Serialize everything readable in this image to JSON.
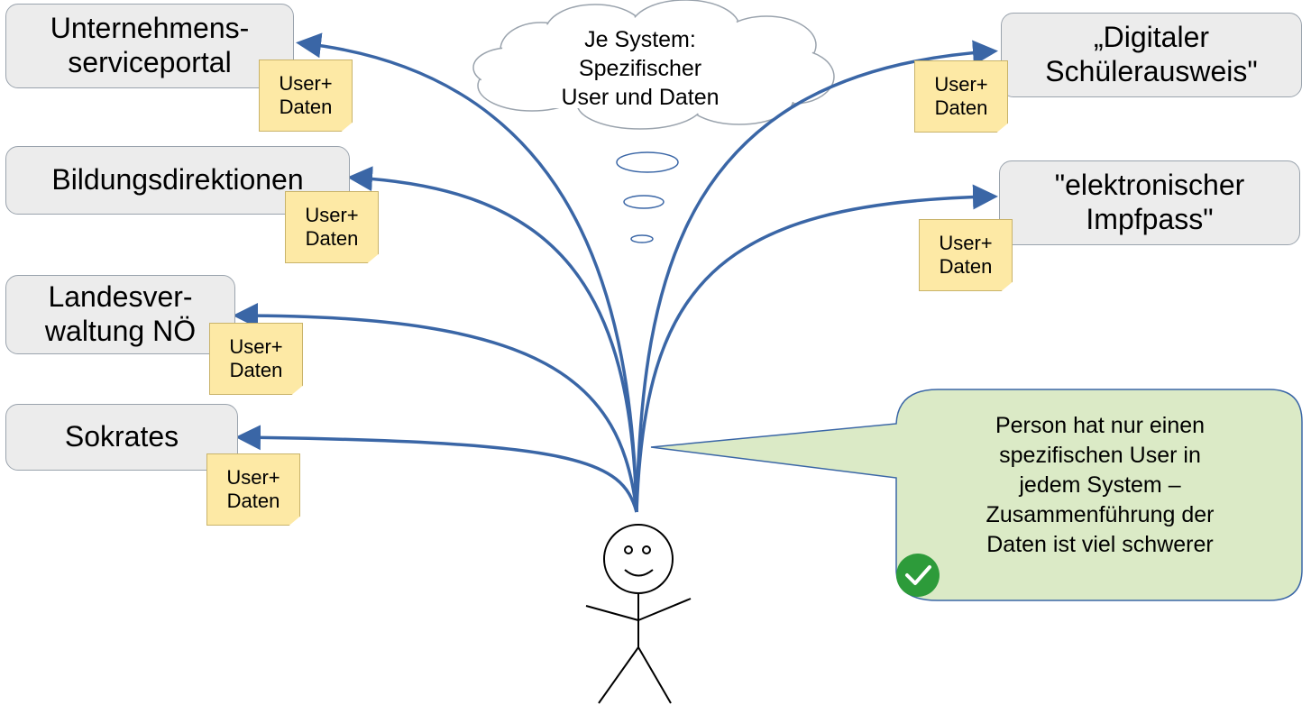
{
  "systems": {
    "unternehmensserviceportal": "Unternehmens-\nserviceportal",
    "bildungsdirektionen": "Bildungsdirektionen",
    "landesverwaltung": "Landesver-\nwaltung NÖ",
    "sokrates": "Sokrates",
    "schuelerausweis": "„Digitaler\nSchülerausweis\"",
    "impfpass": "\"elektronischer\nImpfpass\""
  },
  "note_label": "User+\nDaten",
  "thought": "Je System:\nSpezifischer\nUser und Daten",
  "speech": "Person hat nur einen\nspezifischen User in\njedem System –\nZusammenführung der\nDaten ist viel schwerer",
  "colors": {
    "arrow": "#3a66a6",
    "box_fill": "#ececec",
    "note_fill": "#fde9a5",
    "speech_fill": "#dbeac6",
    "check": "#2d9b3a"
  },
  "icons": [
    "check-icon",
    "stick-figure-icon"
  ]
}
